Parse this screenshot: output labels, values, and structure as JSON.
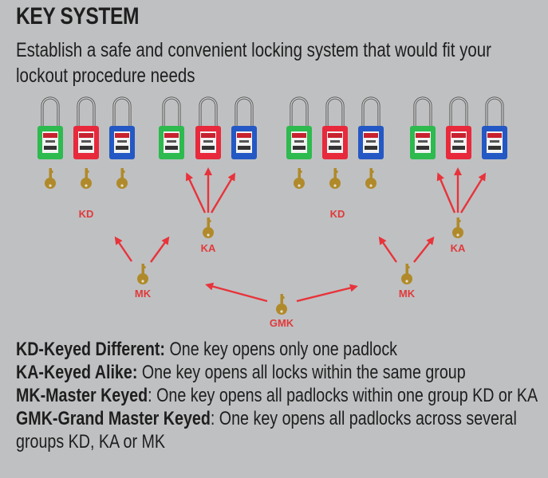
{
  "header": {
    "title": "KEY SYSTEM",
    "subtitle": "Establish a safe and convenient locking system that would fit your lockout procedure needs"
  },
  "diagram": {
    "lock_colors": [
      "#2dba4e",
      "#e8293c",
      "#2458c4"
    ],
    "groups": [
      {
        "type": "KD",
        "label": "KD",
        "locks": [
          "green",
          "red",
          "blue"
        ],
        "keys": 3
      },
      {
        "type": "KA",
        "label": "KA",
        "locks": [
          "green",
          "red",
          "blue"
        ],
        "keys": 1
      },
      {
        "type": "KD",
        "label": "KD",
        "locks": [
          "green",
          "red",
          "blue"
        ],
        "keys": 3
      },
      {
        "type": "KA",
        "label": "KA",
        "locks": [
          "green",
          "red",
          "blue"
        ],
        "keys": 1
      }
    ],
    "master_keys": [
      {
        "label": "MK"
      },
      {
        "label": "MK"
      }
    ],
    "grand_master_key": {
      "label": "GMK"
    },
    "arrow_color": "#e8333a",
    "key_color": "#b08a2a"
  },
  "legend": [
    {
      "term": "KD-Keyed Different:",
      "desc": " One key opens only one padlock"
    },
    {
      "term": "KA-Keyed Alike:",
      "desc": " One key opens all locks within the same group"
    },
    {
      "term": "MK-Master Keyed",
      "desc": ": One key opens all padlocks within one group KD or KA"
    },
    {
      "term": "GMK-Grand Master Keyed",
      "desc": ": One key opens all padlocks across several groups KD, KA or MK"
    }
  ]
}
